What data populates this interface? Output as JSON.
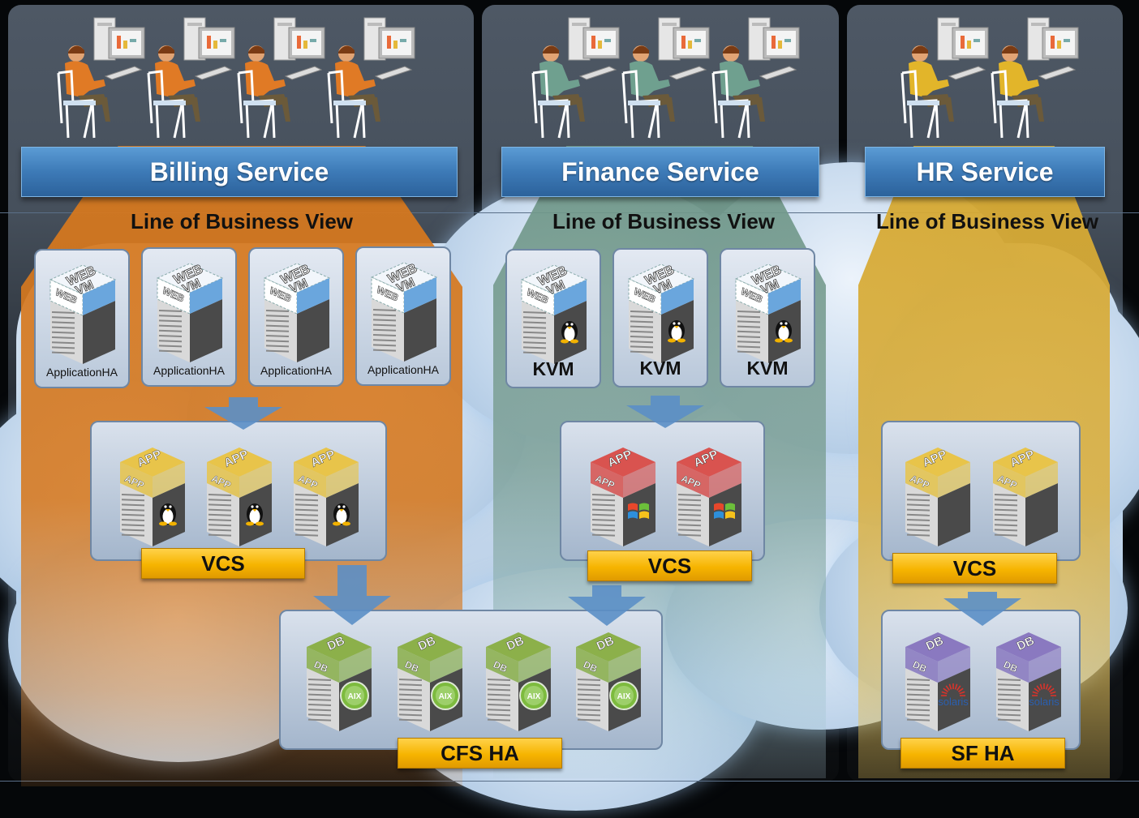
{
  "services": [
    {
      "id": "billing",
      "title": "Billing Service",
      "lob_title": "Line of Business View",
      "shirt_color": "#e07a25",
      "web_vm_label": "WEB VM",
      "web_vms": [
        {
          "caption": "ApplicationHA",
          "os": "none"
        },
        {
          "caption": "ApplicationHA",
          "os": "none"
        },
        {
          "caption": "ApplicationHA",
          "os": "none"
        },
        {
          "caption": "ApplicationHA",
          "os": "none"
        }
      ],
      "app_cluster": {
        "label": "VCS",
        "server_label": "APP",
        "os": "linux",
        "count": 3
      }
    },
    {
      "id": "finance",
      "title": "Finance Service",
      "lob_title": "Line of Business View",
      "shirt_color": "#6fa08f",
      "web_vm_label": "WEB VM",
      "web_vms": [
        {
          "caption": "KVM",
          "os": "linux"
        },
        {
          "caption": "KVM",
          "os": "linux"
        },
        {
          "caption": "KVM",
          "os": "linux"
        }
      ],
      "app_cluster": {
        "label": "VCS",
        "server_label": "APP",
        "os": "windows",
        "count": 2
      }
    },
    {
      "id": "hr",
      "title": "HR Service",
      "lob_title": "Line of Business View",
      "shirt_color": "#e2b52a",
      "app_cluster": {
        "label": "VCS",
        "server_label": "APP",
        "os": "none",
        "count": 2
      },
      "db_cluster": {
        "label": "SF HA",
        "server_label": "DB",
        "os": "solaris",
        "os_label": "solaris",
        "count": 2
      }
    }
  ],
  "shared_db_cluster": {
    "label": "CFS HA",
    "server_label": "DB",
    "os": "aix",
    "os_label": "AIX",
    "count": 4
  },
  "colors": {
    "header_blue": "#3d7ab7",
    "tag_yellow": "#f6b400",
    "app_yellow": "#e8c44a",
    "app_red": "#d9534f",
    "db_green": "#8cb04a",
    "db_purple": "#8a79c0",
    "vm_blue": "#6aa6dd"
  }
}
